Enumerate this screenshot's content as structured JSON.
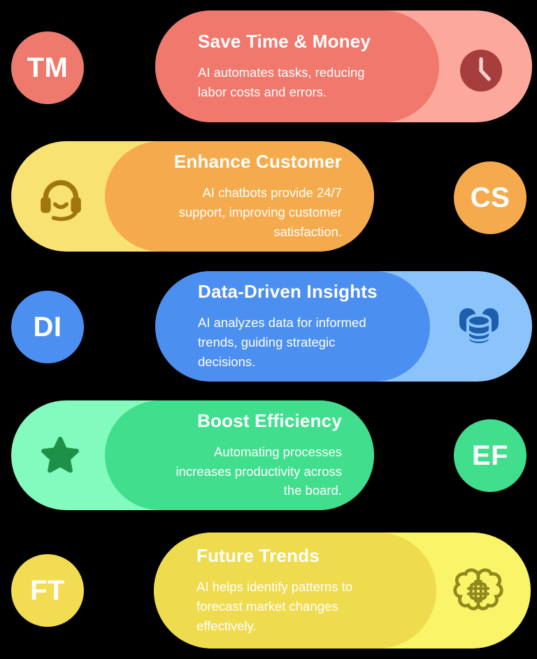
{
  "canvas": {
    "background": "#000000"
  },
  "rows": [
    {
      "badge": "TM",
      "title": "Save Time & Money",
      "body": "AI automates tasks, reducing labor costs and errors.",
      "icon": "clock-icon",
      "colors": {
        "outer": "#FCA89C",
        "inner": "#F0786C",
        "badge": "#EE7A6E",
        "icon": "#A53E3C",
        "icon2": "#F6CFC9"
      }
    },
    {
      "badge": "CS",
      "title": "Enhance Customer",
      "body": "AI chatbots provide 24/7 support, improving customer satisfaction.",
      "icon": "headset-icon",
      "colors": {
        "outer": "#F8E272",
        "inner": "#F5AB4D",
        "badge": "#F5AB4D",
        "icon": "#A1770C",
        "icon2": "#F8E272"
      }
    },
    {
      "badge": "DI",
      "title": "Data-Driven Insights",
      "body": "AI analyzes data for informed trends, guiding strategic decisions.",
      "icon": "database-icon",
      "colors": {
        "outer": "#8BC4FA",
        "inner": "#4B8FF0",
        "badge": "#4B8FF0",
        "icon": "#1D5EAD",
        "icon2": "#8BC4FA"
      }
    },
    {
      "badge": "EF",
      "title": "Boost Efficiency",
      "body": "Automating processes increases productivity across the board.",
      "icon": "star-icon",
      "colors": {
        "outer": "#83FBBE",
        "inner": "#40DE8D",
        "badge": "#40DE8D",
        "icon": "#1E9149",
        "icon2": "#83FBBE"
      }
    },
    {
      "badge": "FT",
      "title": "Future Trends",
      "body": "AI helps identify patterns to forecast market changes effectively.",
      "icon": "brain-chip-icon",
      "colors": {
        "outer": "#FAF469",
        "inner": "#EFDB4E",
        "badge": "#F1DC52",
        "icon": "#8F891E",
        "icon2": "#FAF469"
      }
    }
  ]
}
